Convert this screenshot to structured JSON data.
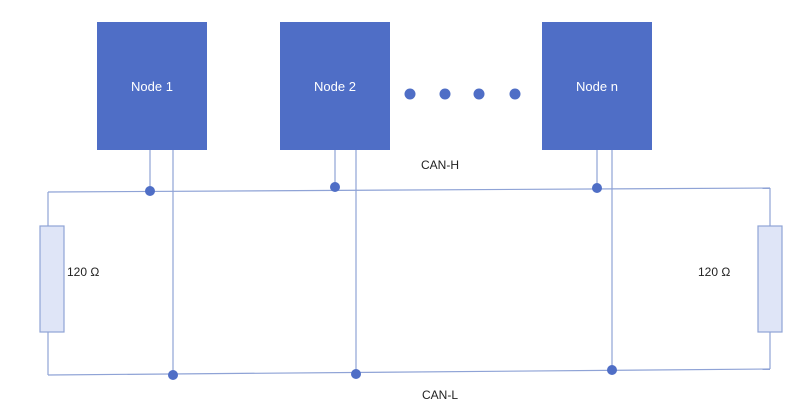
{
  "nodes": [
    {
      "label": "Node 1"
    },
    {
      "label": "Node 2"
    },
    {
      "label": "Node n"
    }
  ],
  "bus": {
    "high_label": "CAN-H",
    "low_label": "CAN-L"
  },
  "terminators": {
    "left_label": "120 Ω",
    "right_label": "120 Ω"
  },
  "colors": {
    "node_fill": "#4f6ec6",
    "wire": "#8fa3d6",
    "resistor_fill": "#dfe5f7"
  }
}
